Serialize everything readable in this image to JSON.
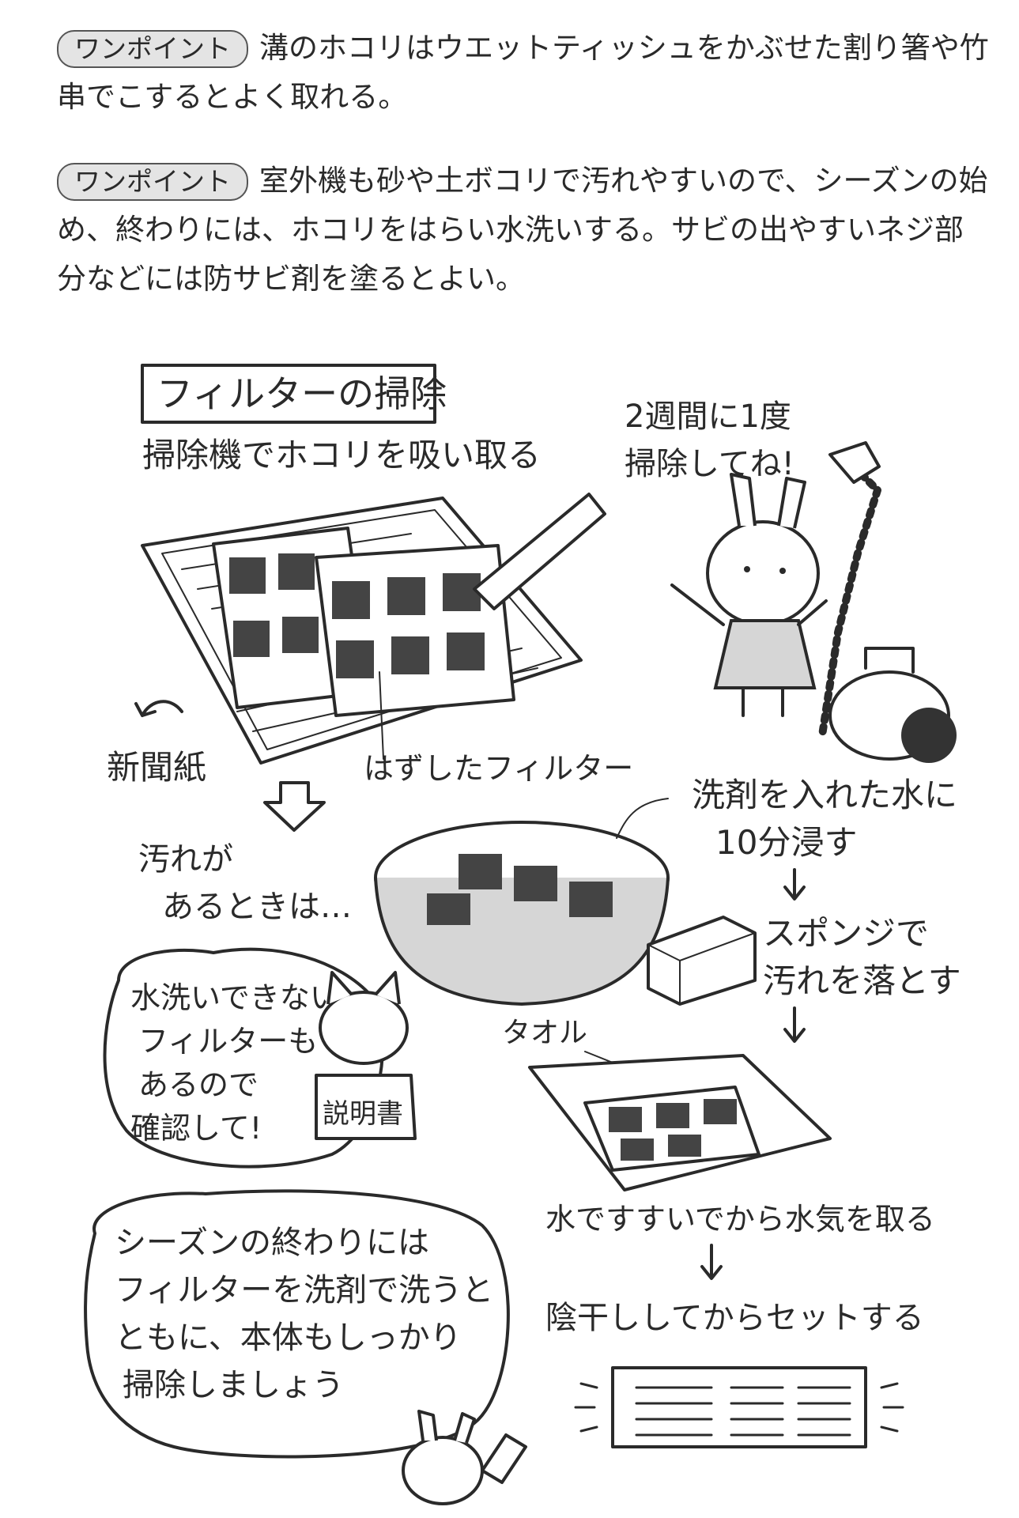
{
  "tips": [
    {
      "badge": "ワンポイント",
      "text": "溝のホコリはウエットティッシュをかぶせた割り箸や竹串でこするとよく取れる。"
    },
    {
      "badge": "ワンポイント",
      "text": "室外機も砂や土ボコリで汚れやすいので、シーズンの始め、終わりには、ホコリをはらい水洗いする。サビの出やすいネジ部分などには防サビ剤を塗るとよい。"
    }
  ],
  "illustration": {
    "title": "フィルターの掃除",
    "step_vacuum": "掃除機でホコリを吸い取る",
    "rabbit_note_1": "2週間に1度",
    "rabbit_note_2": "掃除してね!",
    "label_newspaper": "新聞紙",
    "label_filter": "はずしたフィルター",
    "dirty_1": "汚れが",
    "dirty_2": "あるときは…",
    "soak_1": "洗剤を入れた水に",
    "soak_2": "10分浸す",
    "sponge_1": "スポンジで",
    "sponge_2": "汚れを落とす",
    "towel": "タオル",
    "cat_1": "水洗いできない",
    "cat_2": "フィルターも",
    "cat_3": "あるので",
    "cat_4": "確認して!",
    "manual": "説明書",
    "rinse": "水ですすいでから水気を取る",
    "dry": "陰干ししてからセットする",
    "season_1": "シーズンの終わりには",
    "season_2": "フィルターを洗剤で洗うと",
    "season_3": "ともに、本体もしっかり",
    "season_4": "掃除しましょう"
  }
}
